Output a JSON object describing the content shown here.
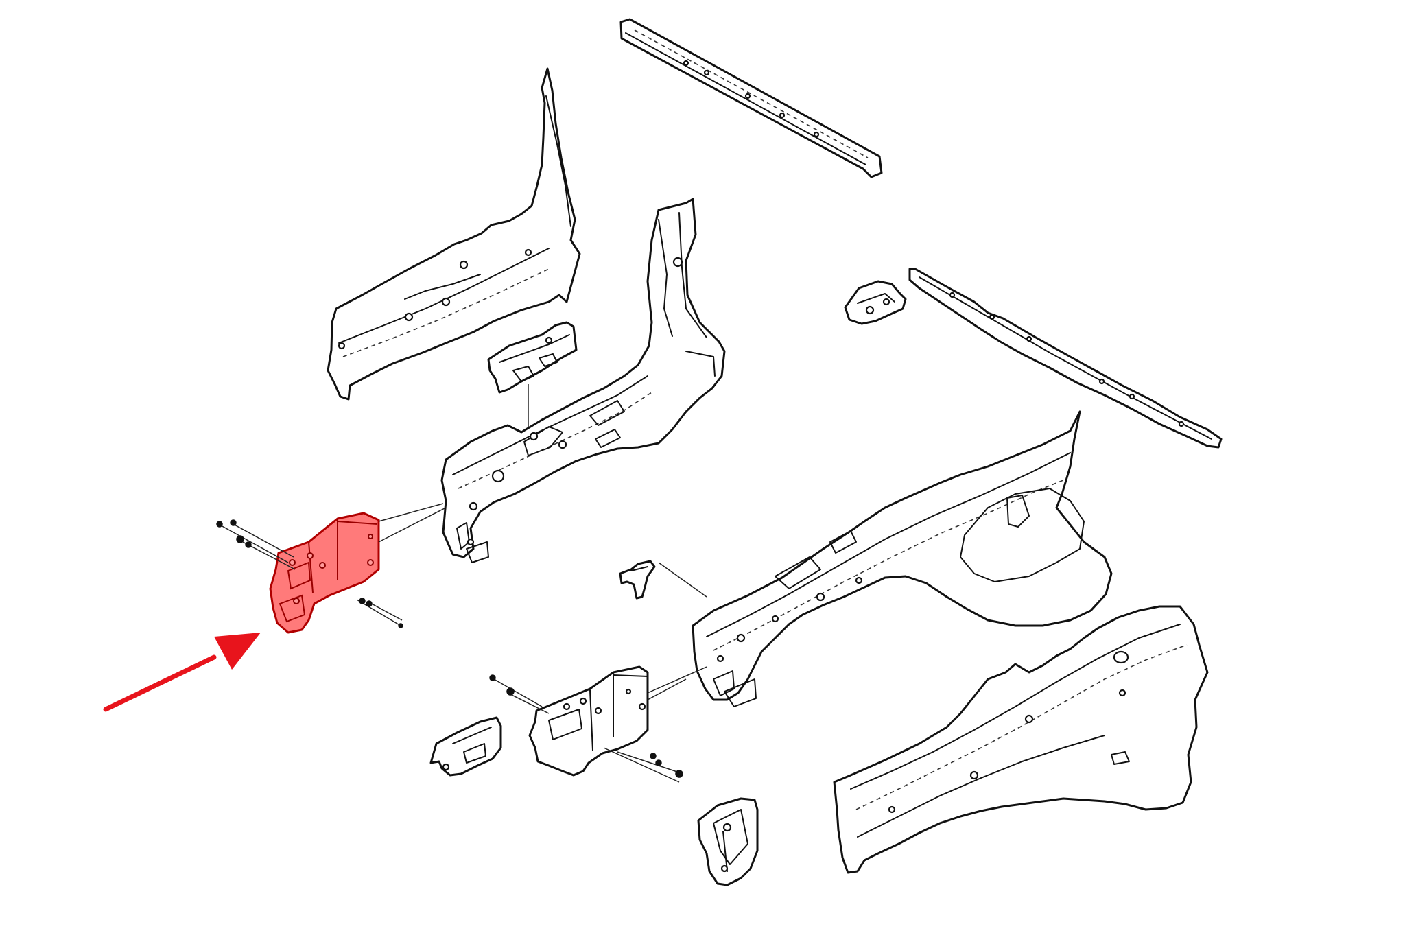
{
  "diagram": {
    "type": "exploded-parts-illustration",
    "highlight": {
      "part": "front-frame-rail-bracket",
      "fill_color": "#ff6b6b",
      "arrow_color": "#e8141c"
    },
    "line_color": "#111111",
    "background": "#ffffff",
    "parts": [
      "upper-rail-bar",
      "a-pillar-reinforcement",
      "upper-apron-rail",
      "apron-mount-bracket",
      "small-gusset",
      "radiator-support-bar",
      "front-frame-rail-bracket",
      "lower-rail-bracket",
      "rail-end-plate",
      "crossmember-clip",
      "front-fender-apron",
      "wheelhouse-panel",
      "lower-gusset-plate"
    ]
  }
}
